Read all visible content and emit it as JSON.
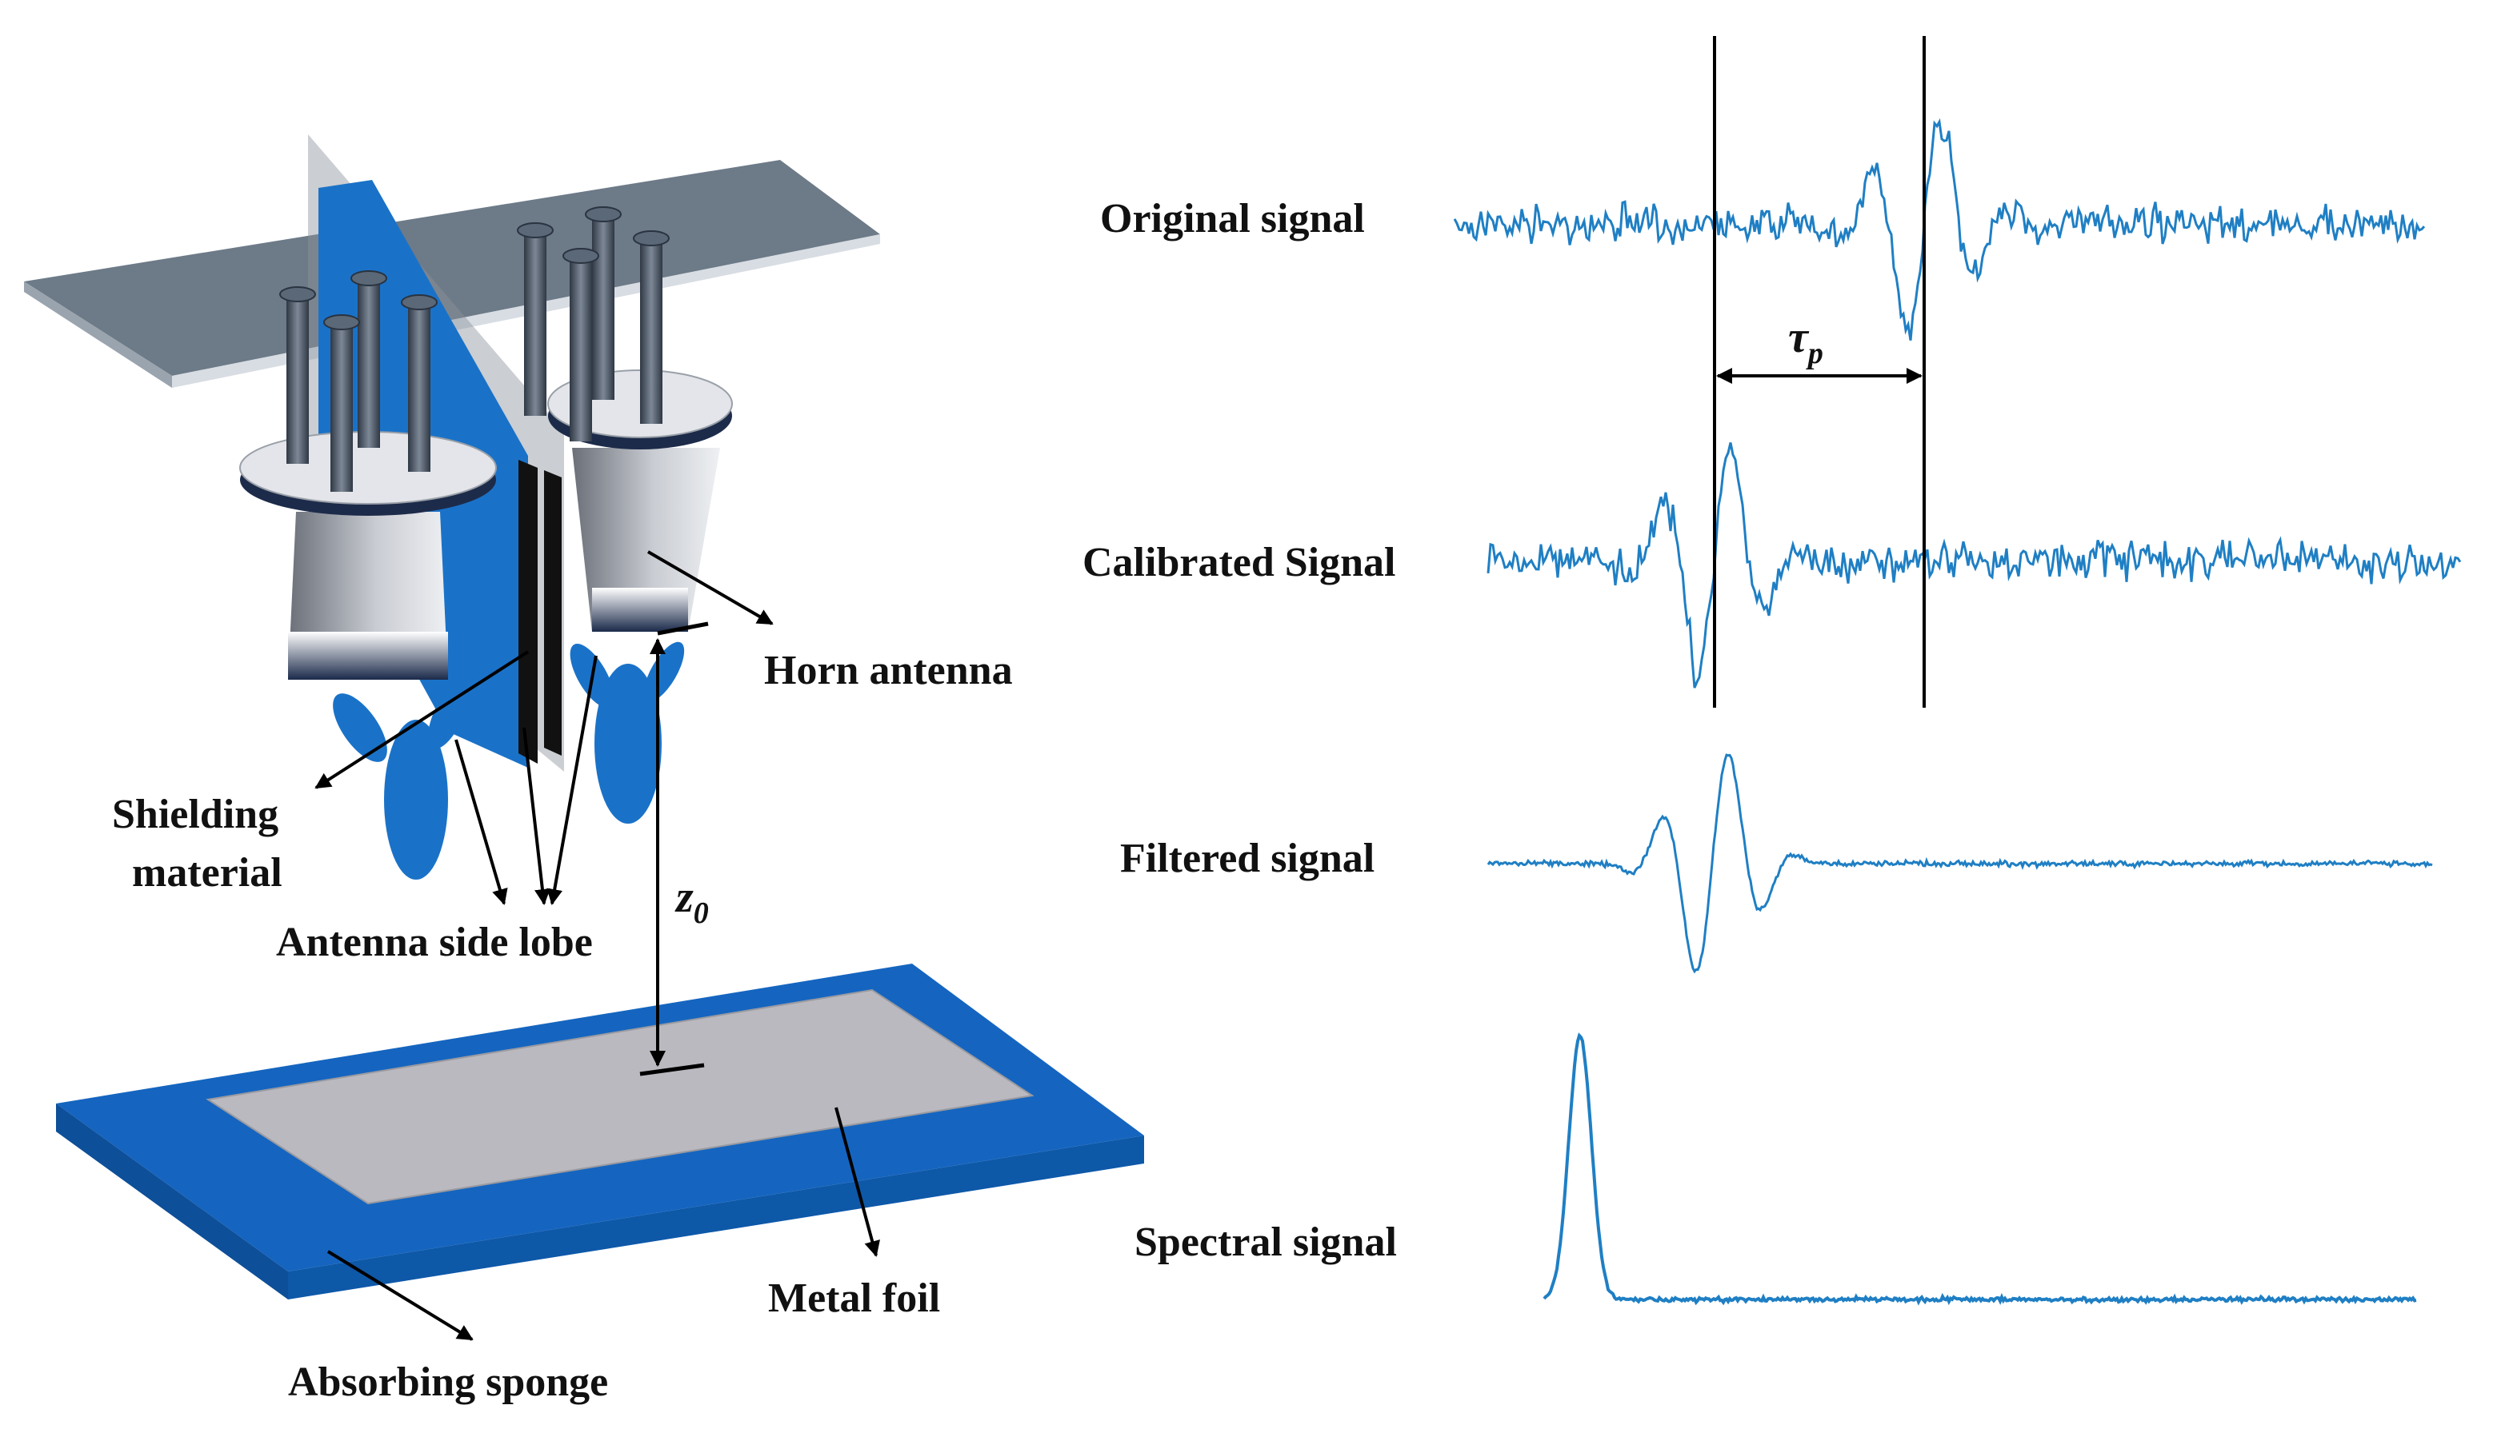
{
  "diagram": {
    "labels": {
      "horn_antenna": "Horn antenna",
      "shielding_material_line1": "Shielding",
      "shielding_material_line2": "material",
      "antenna_side_lobe": "Antenna side lobe",
      "z0_base": "z",
      "z0_sub": "0",
      "metal_foil": "Metal foil",
      "absorbing_sponge": "Absorbing sponge"
    }
  },
  "signals": {
    "labels": {
      "original": "Original signal",
      "calibrated": "Calibrated Signal",
      "filtered": "Filtered signal",
      "spectral": "Spectral signal"
    },
    "tau_base": "τ",
    "tau_sub": "p"
  },
  "colors": {
    "signal": "#1f7fc4",
    "blue_material": "#1a72c8",
    "plate": "#6d7a88",
    "metal_foil": "#b9b9bf"
  }
}
